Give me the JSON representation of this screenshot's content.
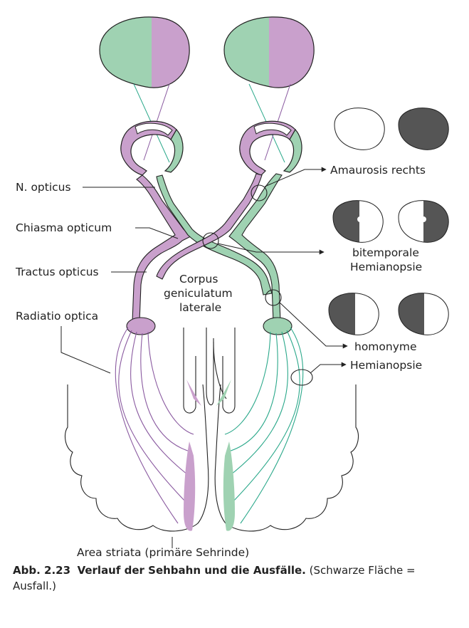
{
  "colors": {
    "green": "#9fd2b2",
    "purple": "#c9a0cc",
    "loss": "#555555",
    "line": "#222222",
    "green_line": "#2aa88a",
    "purple_line": "#8a5aa0"
  },
  "labels": {
    "n_opticus": "N. opticus",
    "chiasma": "Chiasma opticum",
    "tractus": "Tractus opticus",
    "radiatio": "Radiatio optica",
    "corpus_1": "Corpus",
    "corpus_2": "geniculatum",
    "corpus_3": "laterale",
    "area_striata": "Area striata (primäre Sehrinde)",
    "amaurosis": "Amaurosis rechts",
    "bitemporale_1": "bitemporale",
    "bitemporale_2": "Hemianopsie",
    "homonyme_1": "homonyme",
    "homonyme_2": "Hemianopsie"
  },
  "caption": {
    "number": "Abb. 2.23",
    "title": "Verlauf der Sehbahn und die Ausfälle.",
    "note": "(Schwarze Flä­che = Ausfall.)"
  }
}
